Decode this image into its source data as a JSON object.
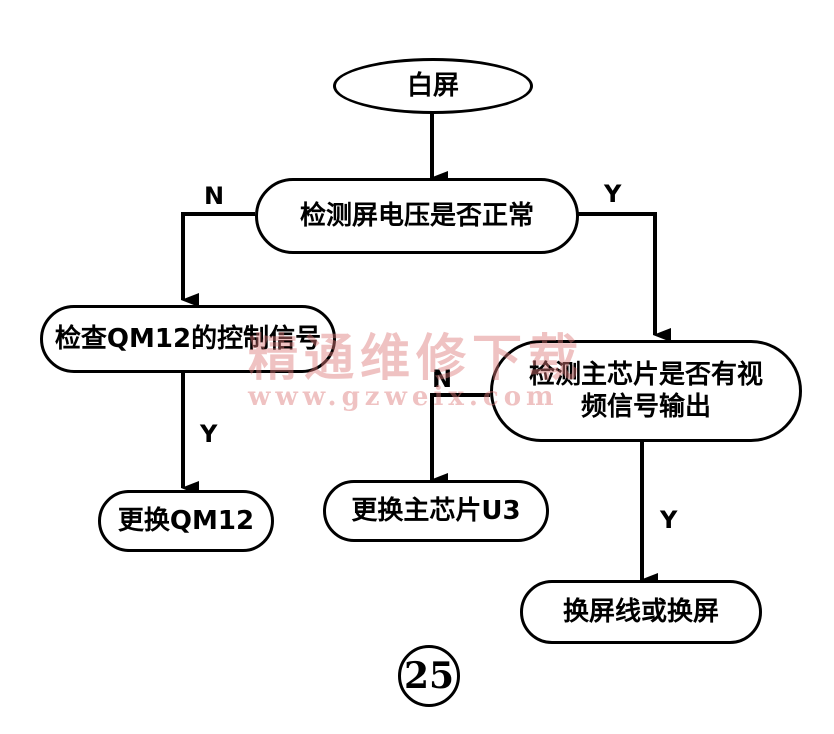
{
  "nodes": {
    "start": "白屏",
    "check_voltage": "检测屏电压是否正常",
    "check_qm12": "检查QM12的控制信号",
    "check_chip_line1": "检测主芯片是否有视",
    "check_chip_line2": "频信号输出",
    "replace_qm12": "更换QM12",
    "replace_u3": "更换主芯片U3",
    "replace_screen": "换屏线或换屏"
  },
  "edge_labels": {
    "voltage_no": "N",
    "voltage_yes": "Y",
    "qm12_yes": "Y",
    "chip_no": "N",
    "chip_yes": "Y"
  },
  "watermark": {
    "line1": "精通维修下载",
    "line2": "www.gzweix.com"
  },
  "page_number": "25"
}
